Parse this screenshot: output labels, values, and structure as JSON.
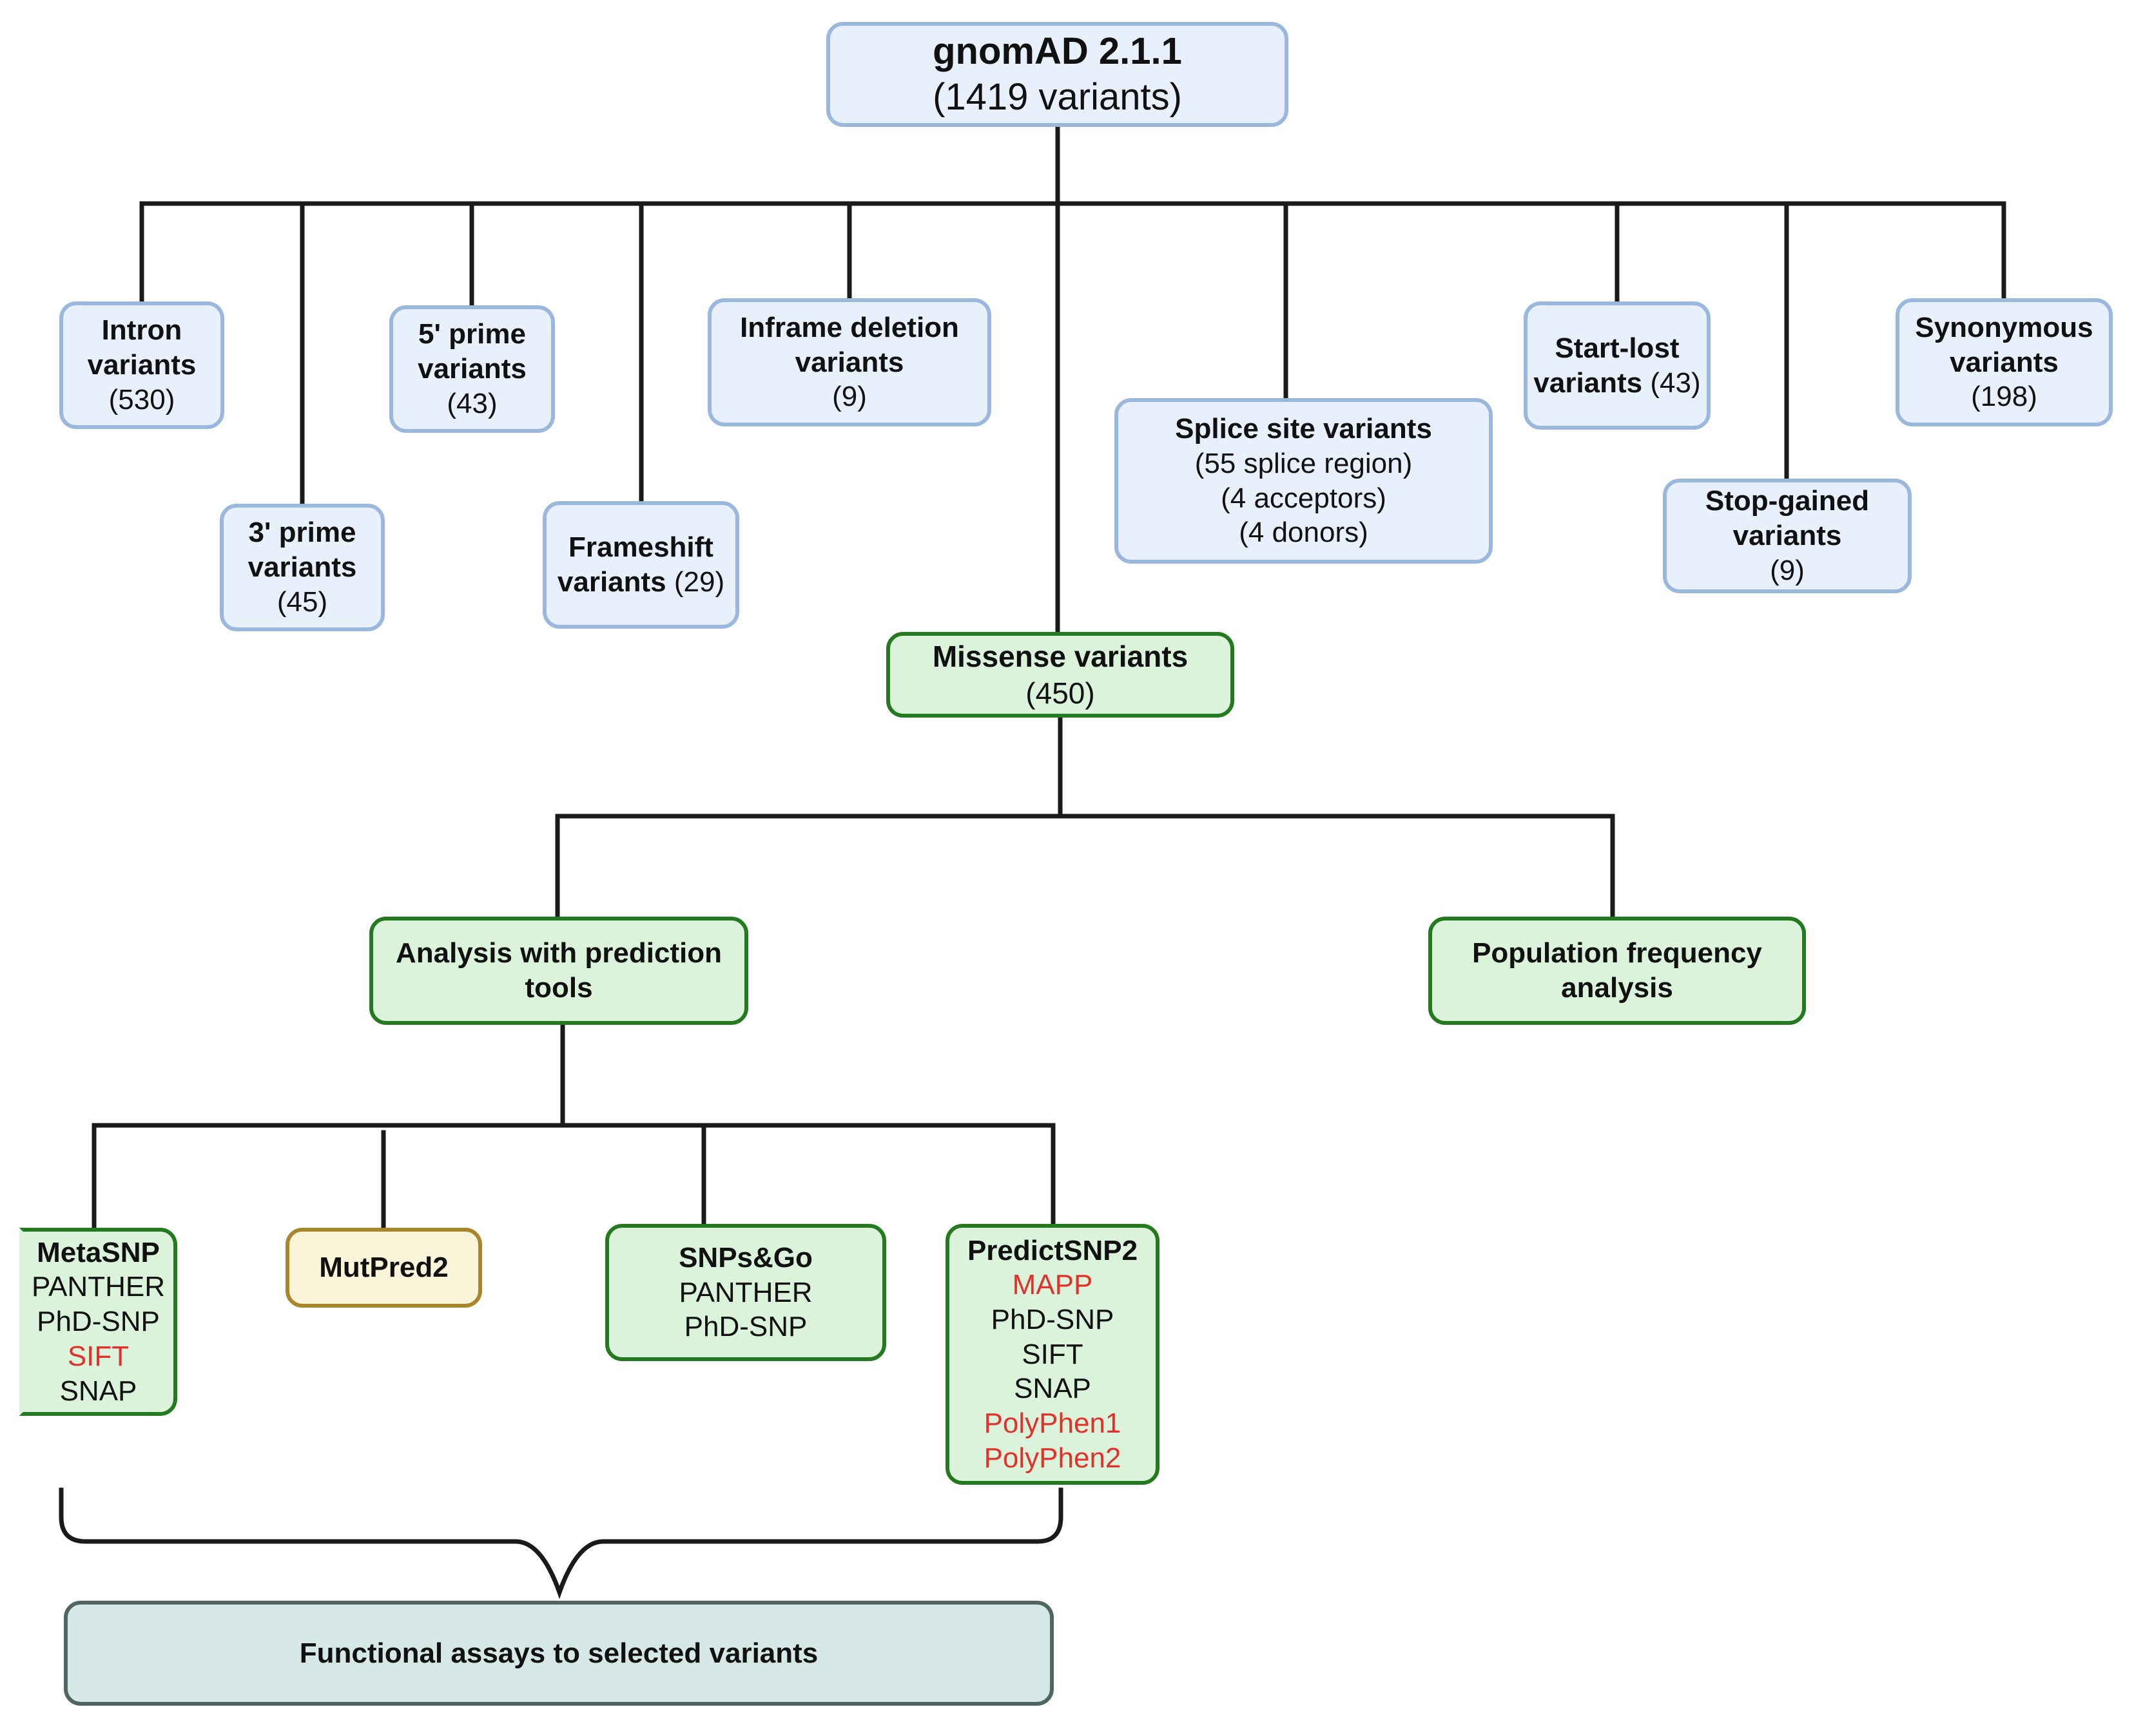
{
  "root": {
    "title": "gnomAD 2.1.1",
    "count": "(1419 variants)"
  },
  "categories": {
    "intron": {
      "line1": "Intron",
      "line2": "variants",
      "count": "(530)"
    },
    "three_prime": {
      "line1": "3' prime",
      "line2": "variants",
      "count": "(45)"
    },
    "five_prime": {
      "line1": "5' prime",
      "line2": "variants",
      "count": "(43)"
    },
    "frameshift": {
      "line1": "Frameshift",
      "line2": "variants",
      "count": "(29)"
    },
    "inframe_deletion": {
      "line1": "Inframe deletion",
      "line2": "variants",
      "count": "(9)"
    },
    "splice_site": {
      "title": "Splice site variants",
      "detail1": "(55 splice region)",
      "detail2": "(4 acceptors)",
      "detail3": "(4 donors)"
    },
    "start_lost": {
      "line1": "Start-lost",
      "line2": "variants",
      "count": "(43)"
    },
    "stop_gained": {
      "line1": "Stop-gained",
      "line2": "variants",
      "count": "(9)"
    },
    "synonymous": {
      "line1": "Synonymous",
      "line2": "variants",
      "count": "(198)"
    }
  },
  "missense": {
    "title": "Missense variants",
    "count": "(450)"
  },
  "analysis": {
    "prediction": {
      "line1": "Analysis with prediction",
      "line2": "tools"
    },
    "population": {
      "line1": "Population frequency",
      "line2": "analysis"
    }
  },
  "tools": {
    "metasnp": {
      "title": "MetaSNP",
      "methods": [
        "PANTHER",
        "PhD-SNP",
        "SIFT",
        "SNAP"
      ]
    },
    "mutpred2": {
      "title": "MutPred2"
    },
    "snpsgo": {
      "title": "SNPs&Go",
      "methods": [
        "PANTHER",
        "PhD-SNP"
      ]
    },
    "predictsnp2": {
      "title": "PredictSNP2",
      "methods": [
        "MAPP",
        "PhD-SNP",
        "SIFT",
        "SNAP",
        "PolyPhen1",
        "PolyPhen2"
      ]
    }
  },
  "functional": {
    "label": "Functional assays to selected variants"
  },
  "colors": {
    "line": "#1a1a1a",
    "blue_fill": "#e8f1fb",
    "blue_border": "#9ab8de",
    "green_fill": "#dbf3da",
    "green_border": "#237a1f",
    "yellow_fill": "#faf4d8",
    "yellow_border": "#a8862e",
    "teal_fill": "#d5e8e6",
    "teal_border": "#4f6663",
    "highlight_red": "#e0312b"
  }
}
